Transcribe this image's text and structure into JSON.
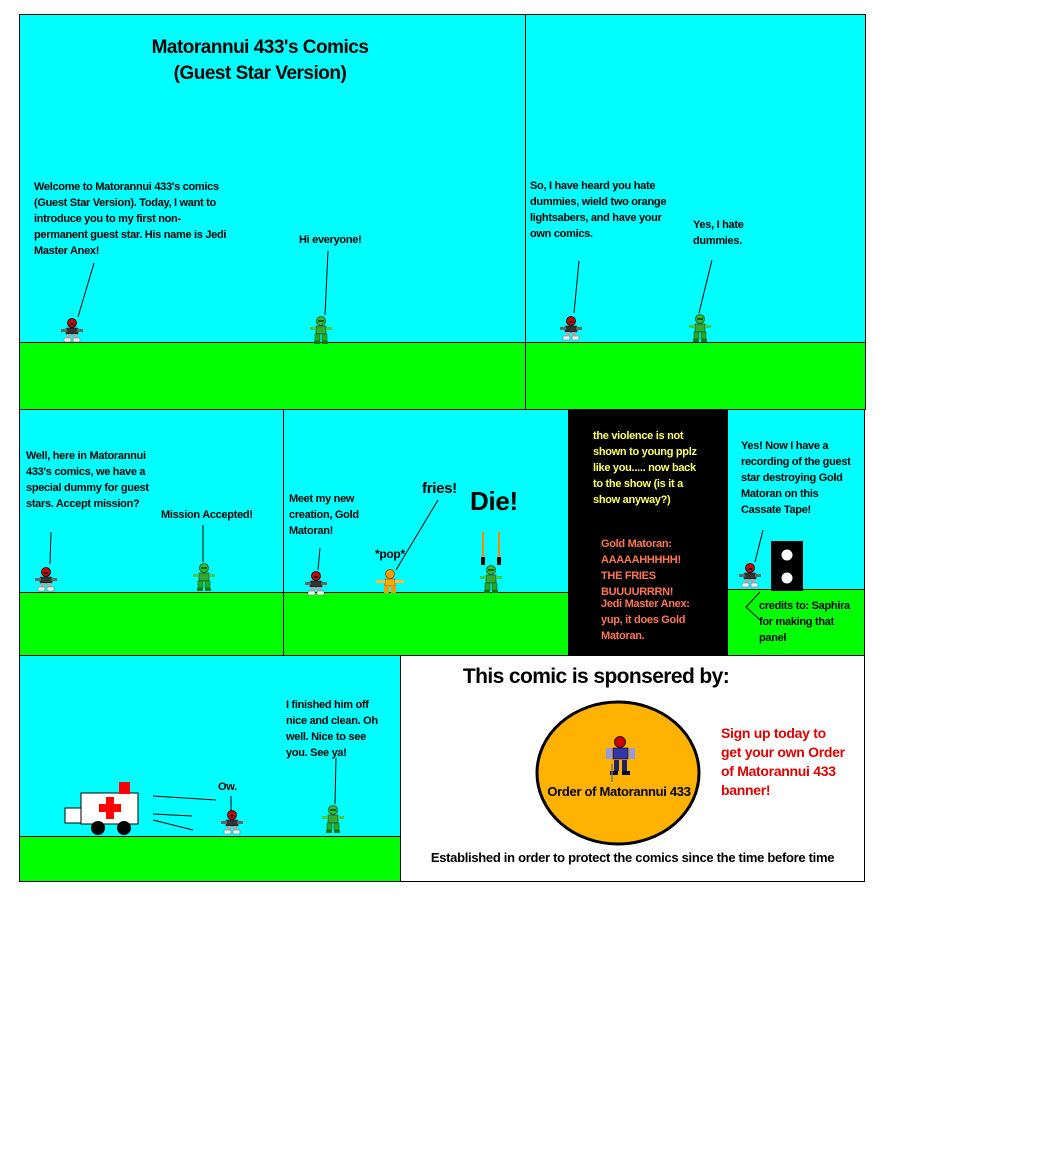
{
  "title": {
    "line1": "Matorannui 433's Comics",
    "line2": "(Guest Star Version)"
  },
  "panel1": {
    "narrator": "Welcome to Matorannui 433's comics (Guest Star Version). Today, I want to introduce you to my first non-permanent guest star. His name is Jedi Master Anex!",
    "guest": "Hi everyone!"
  },
  "panel2": {
    "narrator": "So, I have heard you hate dummies, wield two orange lightsabers, and have your own comics.",
    "guest": "Yes, I hate dummies."
  },
  "panel3": {
    "narrator": "Well, here in Matorannui 433's comics, we have a special dummy for guest stars. Accept mission?",
    "guest": "Mission Accepted!"
  },
  "panel4": {
    "narrator": "Meet my new creation, Gold Matoran!",
    "pop": "*pop*",
    "fries": "fries!",
    "die": "Die!"
  },
  "panel5": {
    "note": "the violence is not shown to young pplz like you..... now back to the show (is it a show anyway?)",
    "gold": "Gold Matoran: AAAAAHHHHH! THE FRIES BUUUURRRN!",
    "anex": "Jedi Master Anex: yup, it does Gold Matoran."
  },
  "panel6": {
    "narrator": "Yes! Now I have a recording of the guest star destroying Gold Matoran on this Cassate Tape!",
    "credits": "credits to: Saphira for making that panel"
  },
  "panel7": {
    "ow": "Ow.",
    "guest": "I finished him off nice and clean. Oh well. Nice to see you. See ya!"
  },
  "sponsor": {
    "heading": "This comic is sponsered by:",
    "badge": "Order of Matorannui 433",
    "signup": "Sign up today to get your own Order of Matorannui 433 banner!",
    "established": "Established in order to protect the comics since the time before time"
  },
  "colors": {
    "sky": "#00ffff",
    "ground": "#00ff00",
    "narrator": "#cc0000",
    "guest": "#33bb33",
    "gold": "#ff9900",
    "note": "#ffff66",
    "quote": "#ff7755",
    "signup": "#dd0000",
    "badge": "#ffb300"
  },
  "icons": [
    "narrator-matoran-icon",
    "guest-matoran-icon",
    "gold-matoran-icon",
    "ambulance-icon",
    "cassette-tape-icon",
    "lightsaber-icon"
  ]
}
